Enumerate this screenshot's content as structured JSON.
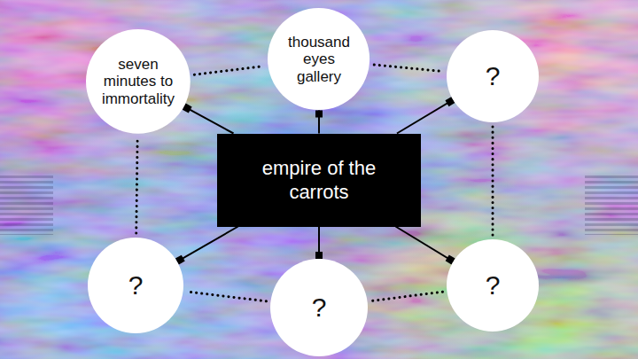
{
  "diagram": {
    "nodes": [
      {
        "text": [
          "seven minutes to immortality"
        ]
      },
      {
        "text": [
          "thousand eyes gallery"
        ]
      },
      {
        "text": [
          "?"
        ]
      },
      {
        "text": [
          "empire of the carrots"
        ]
      },
      {
        "text": [
          "?"
        ]
      },
      {
        "text": [
          "?"
        ]
      },
      {
        "text": [
          "?"
        ]
      }
    ],
    "edges": [
      {
        "from": 3,
        "to": 0,
        "arrow": "none"
      },
      {
        "from": 3,
        "to": 1,
        "arrow": "none"
      },
      {
        "from": 3,
        "to": 2,
        "arrow": "none"
      },
      {
        "from": 3,
        "to": 4,
        "arrow": "none"
      },
      {
        "from": 3,
        "to": 5,
        "arrow": "none"
      },
      {
        "from": 3,
        "to": 6,
        "arrow": "none"
      },
      {
        "from": 0,
        "to": 1,
        "arrow": "none"
      },
      {
        "from": 1,
        "to": 2,
        "arrow": "none"
      },
      {
        "from": 2,
        "to": 6,
        "arrow": "none"
      },
      {
        "from": 6,
        "to": 5,
        "arrow": "none"
      },
      {
        "from": 5,
        "to": 4,
        "arrow": "none"
      },
      {
        "from": 4,
        "to": 0,
        "arrow": "none"
      }
    ]
  }
}
